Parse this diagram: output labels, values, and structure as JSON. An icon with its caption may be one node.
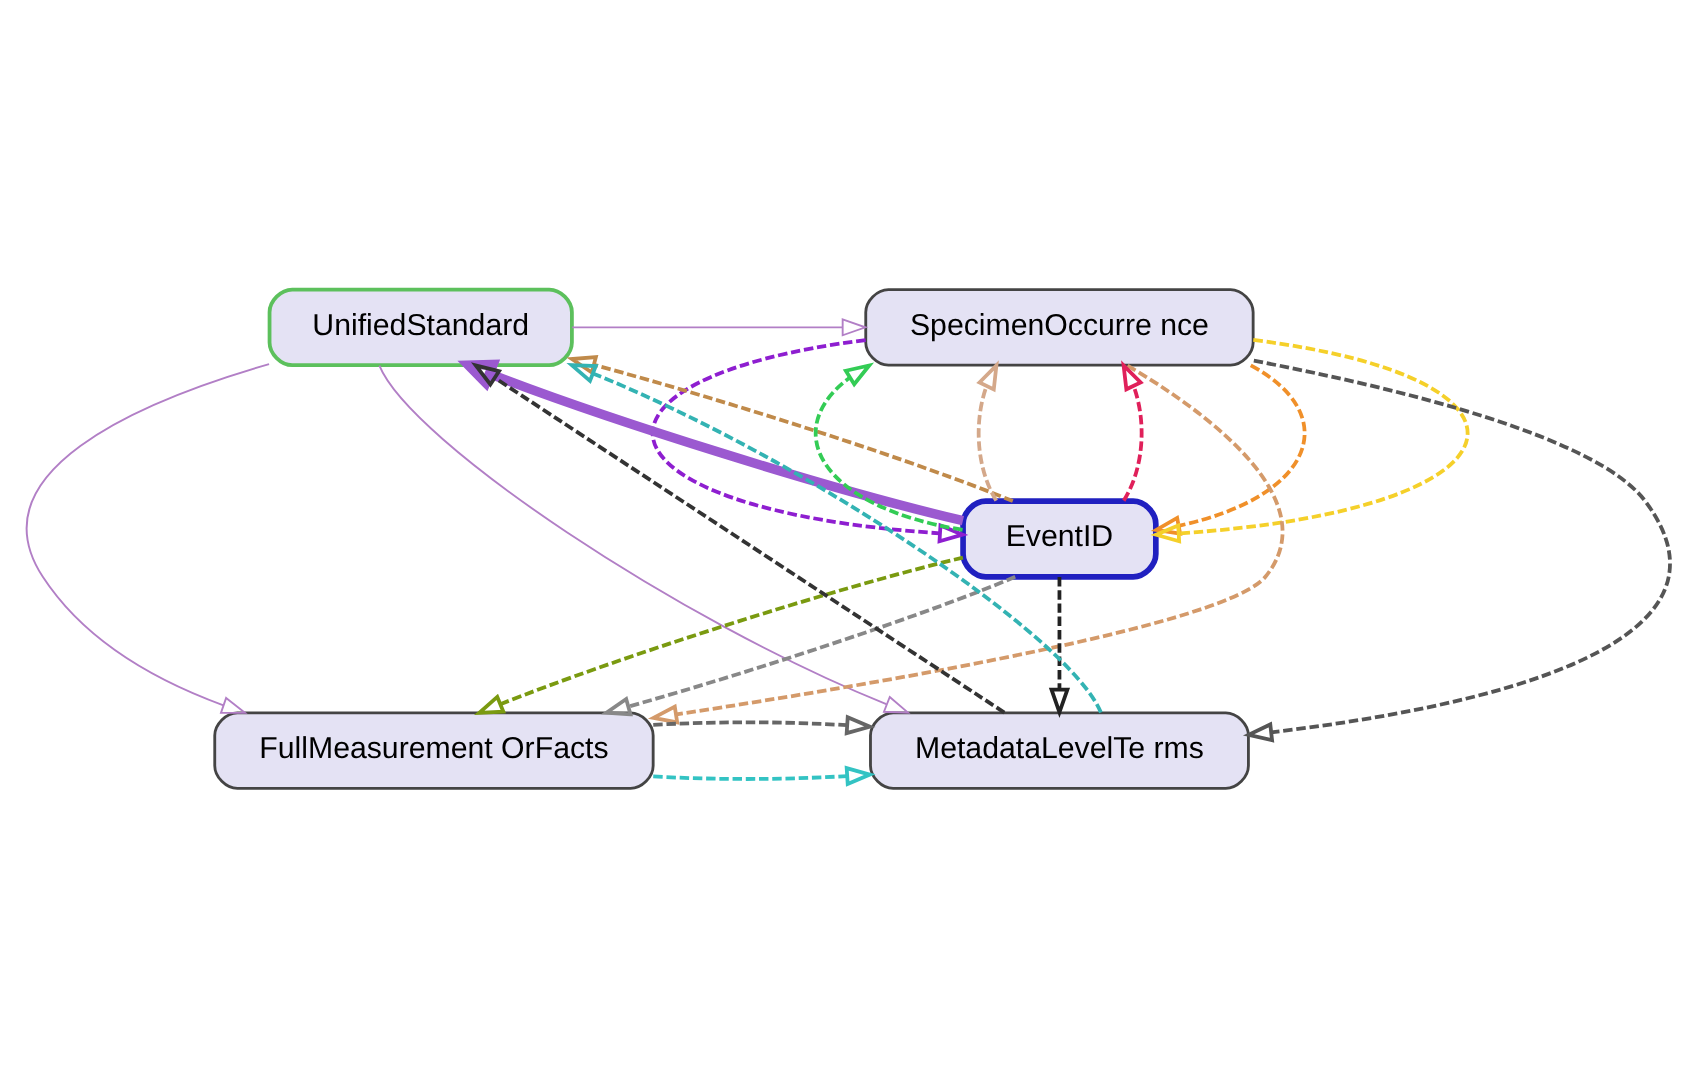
{
  "diagram": {
    "nodes": [
      {
        "text": [
          "UnifiedStandard"
        ]
      },
      {
        "text": [
          "SpecimenOccurre nce"
        ]
      },
      {
        "text": [
          "EventID"
        ]
      },
      {
        "text": [
          "MetadataLevelTe rms"
        ]
      },
      {
        "text": [
          "FullMeasurement OrFacts"
        ]
      }
    ],
    "edges": [
      {
        "from": 0,
        "to": 1,
        "arrow": "to",
        "color": "#b27fc6"
      },
      {
        "from": 0,
        "to": 3,
        "arrow": "to",
        "color": "#b27fc6"
      },
      {
        "from": 3,
        "to": 0,
        "arrow": "to",
        "style": "dashed",
        "color": "#333333"
      },
      {
        "from": 3,
        "to": 0,
        "arrow": "to",
        "style": "dashed",
        "color": "#33b3b3"
      },
      {
        "from": 2,
        "to": 0,
        "arrow": "to",
        "style": "thick",
        "color": "#9b59d0"
      },
      {
        "from": 2,
        "to": 0,
        "arrow": "to",
        "style": "dashed",
        "color": "#c08a4a"
      },
      {
        "from": 0,
        "to": 4,
        "arrow": "to",
        "color": "#b27fc6"
      },
      {
        "from": 2,
        "to": 1,
        "arrow": "to",
        "style": "dashed",
        "color": "#33cc55"
      },
      {
        "from": 2,
        "to": 1,
        "arrow": "to",
        "style": "dashed",
        "color": "#d4a88a"
      },
      {
        "from": 2,
        "to": 1,
        "arrow": "to",
        "style": "dashed",
        "color": "#e0205a"
      },
      {
        "from": 1,
        "to": 2,
        "arrow": "to",
        "style": "dashed",
        "color": "#8e1ed0"
      },
      {
        "from": 1,
        "to": 2,
        "arrow": "to",
        "style": "dashed",
        "color": "#f0902a"
      },
      {
        "from": 1,
        "to": 2,
        "arrow": "to",
        "style": "dashed",
        "color": "#f5d02a"
      },
      {
        "from": 1,
        "to": 3,
        "arrow": "to",
        "style": "dashed",
        "color": "#555555"
      },
      {
        "from": 1,
        "to": 4,
        "arrow": "to",
        "style": "dashed",
        "color": "#d49a6a"
      },
      {
        "from": 2,
        "to": 3,
        "arrow": "to",
        "style": "dashed",
        "color": "#222222"
      },
      {
        "from": 2,
        "to": 4,
        "arrow": "to",
        "style": "dashed",
        "color": "#7a9a10"
      },
      {
        "from": 2,
        "to": 4,
        "arrow": "to",
        "style": "dashed",
        "color": "#888888"
      },
      {
        "from": 4,
        "to": 3,
        "arrow": "to",
        "style": "dashed",
        "color": "#33c3c3"
      },
      {
        "from": 4,
        "to": 3,
        "arrow": "to",
        "style": "dashed",
        "color": "#666666"
      }
    ]
  }
}
